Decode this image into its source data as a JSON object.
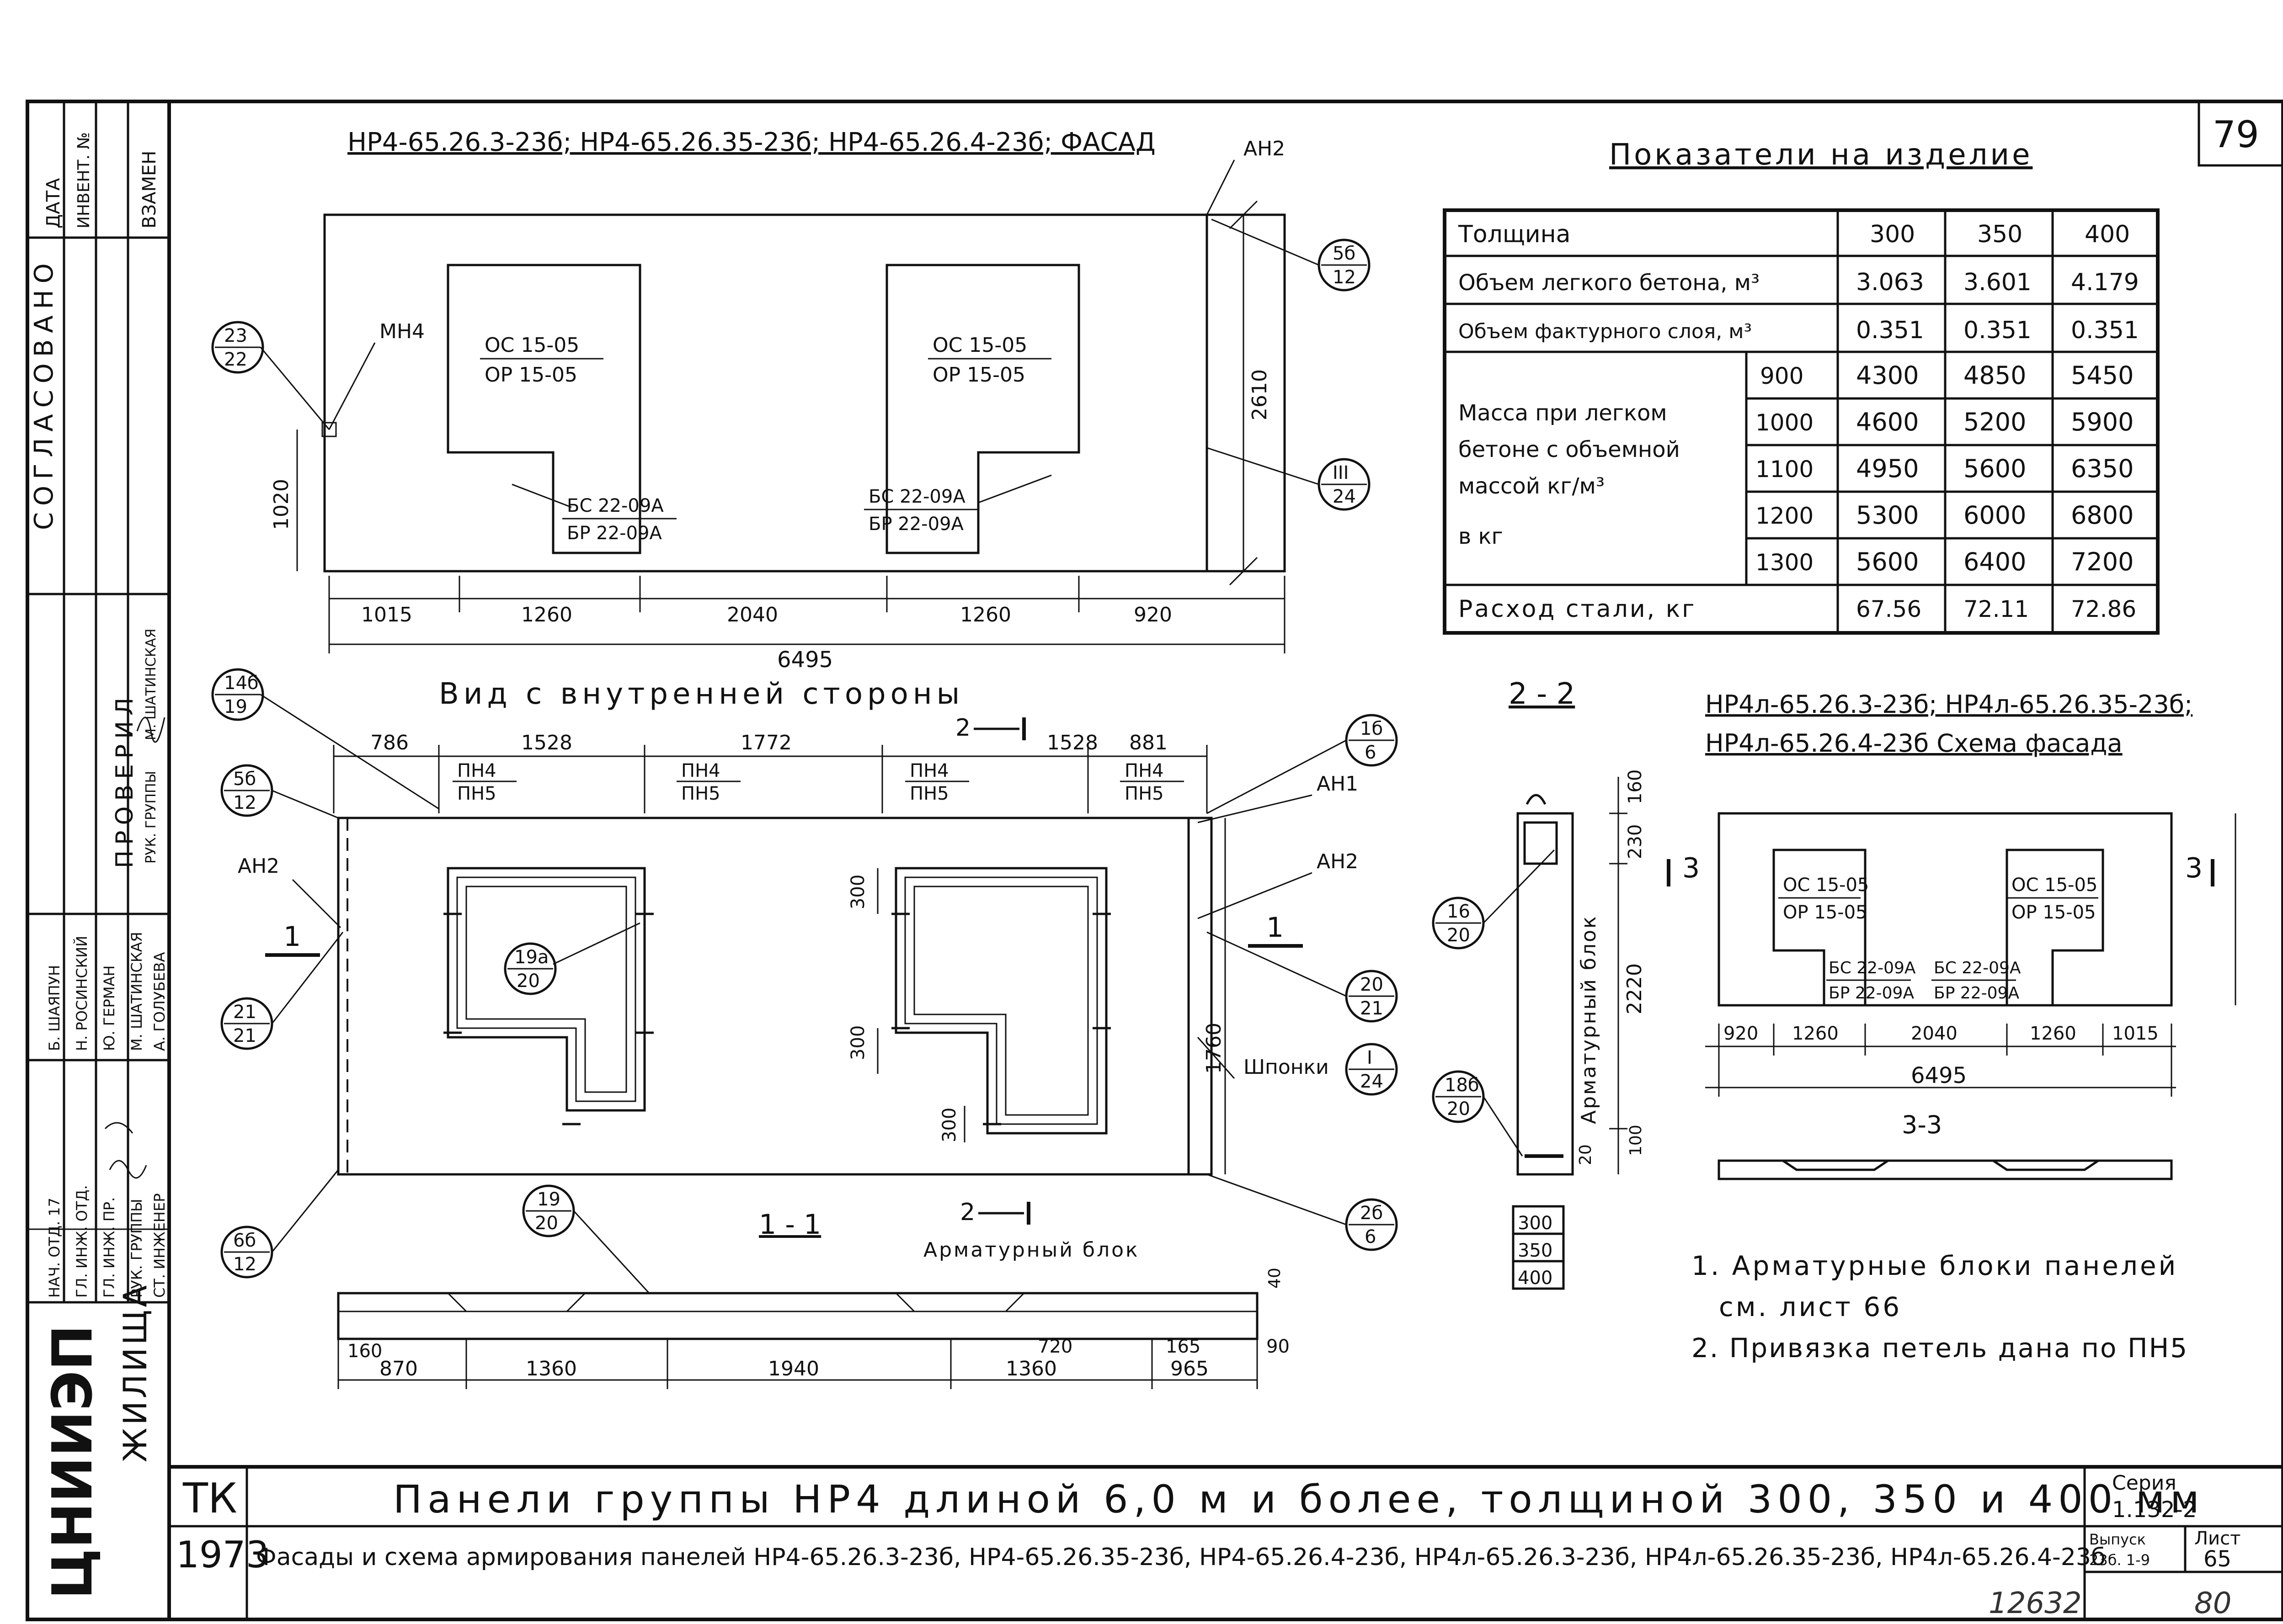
{
  "sheet_number": "79",
  "facade": {
    "title": "НР4-65.26.3-23б; НР4-65.26.35-23б; НР4-65.26.4-23б; ФАСАД",
    "windows": [
      "ОС 15-05",
      "ОР 15-05",
      "ОС 15-05",
      "ОР 15-05"
    ],
    "doors": [
      "БС 22-09А",
      "БР 22-09А",
      "БС 22-09А",
      "БР 22-09А"
    ],
    "anchor": "АН2",
    "mark": "МН4",
    "height": "2610",
    "mark_height": "1020",
    "dims": [
      "1015",
      "1260",
      "2040",
      "1260",
      "920"
    ],
    "total": "6495",
    "callouts": [
      {
        "top": "23",
        "bottom": "22"
      },
      {
        "top": "5б",
        "bottom": "12"
      },
      {
        "top": "III",
        "bottom": "24"
      }
    ]
  },
  "inner_view": {
    "title": "Вид с внутренней стороны",
    "top_dims": [
      "786",
      "1528",
      "1772",
      "1528",
      "881"
    ],
    "section_mark": "2",
    "loops": [
      {
        "top": "ПН4",
        "bottom": "ПН5"
      },
      {
        "top": "ПН4",
        "bottom": "ПН5"
      },
      {
        "top": "ПН4",
        "bottom": "ПН5"
      },
      {
        "top": "ПН4",
        "bottom": "ПН5"
      }
    ],
    "anchors": [
      "АН1",
      "АН2",
      "АН2"
    ],
    "dims_300": [
      "300",
      "300",
      "300"
    ],
    "height": "1760",
    "keys_label": "Шпонки",
    "section_1": "1",
    "callouts": [
      {
        "top": "14б",
        "bottom": "19"
      },
      {
        "top": "5б",
        "bottom": "12"
      },
      {
        "top": "21",
        "bottom": "21"
      },
      {
        "top": "6б",
        "bottom": "12"
      },
      {
        "top": "19а",
        "bottom": "20"
      },
      {
        "top": "1б",
        "bottom": "6"
      },
      {
        "top": "20",
        "bottom": "21"
      },
      {
        "top": "I",
        "bottom": "24"
      },
      {
        "top": "2б",
        "bottom": "6"
      }
    ]
  },
  "section_1_1": {
    "title": "1 - 1",
    "label": "Арматурный блок",
    "callout": {
      "top": "19",
      "bottom": "20"
    },
    "dims_bottom": [
      "870",
      "1360",
      "1940",
      "1360",
      "965"
    ],
    "dims_small": [
      "160",
      "720",
      "165",
      "90",
      "40"
    ]
  },
  "section_2_2": {
    "title": "2 - 2",
    "label": "Арматурный блок",
    "dims": [
      "160",
      "230",
      "2220",
      "20",
      "100"
    ],
    "thickness": [
      "300",
      "350",
      "400"
    ],
    "callouts": [
      {
        "top": "16",
        "bottom": "20"
      },
      {
        "top": "18б",
        "bottom": "20"
      }
    ]
  },
  "indicators": {
    "title": "Показатели на изделие",
    "headers": [
      "Толщина",
      "300",
      "350",
      "400"
    ],
    "rows": [
      {
        "label": "Объем легкого бетона, м³",
        "values": [
          "3.063",
          "3.601",
          "4.179"
        ]
      },
      {
        "label": "Объем фактурного слоя, м³",
        "values": [
          "0.351",
          "0.351",
          "0.351"
        ]
      }
    ],
    "mass_label": [
      "Масса при легком",
      "бетоне с объемной",
      "массой кг/м³",
      "в кг"
    ],
    "mass_rows": [
      {
        "density": "900",
        "values": [
          "4300",
          "4850",
          "5450"
        ]
      },
      {
        "density": "1000",
        "values": [
          "4600",
          "5200",
          "5900"
        ]
      },
      {
        "density": "1100",
        "values": [
          "4950",
          "5600",
          "6350"
        ]
      },
      {
        "density": "1200",
        "values": [
          "5300",
          "6000",
          "6800"
        ]
      },
      {
        "density": "1300",
        "values": [
          "5600",
          "6400",
          "7200"
        ]
      }
    ],
    "steel": {
      "label": "Расход стали, кг",
      "values": [
        "67.56",
        "72.11",
        "72.86"
      ]
    }
  },
  "scheme": {
    "title_line1": "НР4л-65.26.3-23б; НР4л-65.26.35-23б;",
    "title_line2": "НР4л-65.26.4-23б Схема фасада",
    "windows": [
      "ОС 15-05",
      "ОР 15-05",
      "ОС 15-05",
      "ОР 15-05"
    ],
    "doors": [
      "БС 22-09А",
      "БР 22-09А",
      "БС 22-09А",
      "БР 22-09А"
    ],
    "cut": "3",
    "dims": [
      "920",
      "1260",
      "2040",
      "1260",
      "1015"
    ],
    "total": "6495",
    "section_title": "3-3"
  },
  "notes": [
    "1. Арматурные блоки панелей",
    "см. лист 66",
    "2. Привязка петель дана по ПН5"
  ],
  "left_strip": {
    "header": [
      "ДАТА",
      "ИНВЕНТ. №",
      "ВЗАМЕН"
    ],
    "approved": "СОГЛАСОВАНО",
    "checked": "ПРОВЕРИЛ",
    "checked_role": "РУК. ГРУППЫ",
    "checked_name": "М. ШАТИНСКАЯ",
    "roles": [
      "НАЧ. ОТД. 17",
      "ГЛ. ИНЖ. ОТД.",
      "ГЛ. ИНЖ. ПР.",
      "РУК. ГРУППЫ",
      "СТ. ИНЖЕНЕР"
    ],
    "names": [
      "Б. ШАЯПУН",
      "Н. РОСИНСКИЙ",
      "Ю. ГЕРМАН",
      "М. ШАТИНСКАЯ",
      "А. ГОЛУБЕВА"
    ],
    "org": "ЦНИИЭП",
    "org2": "ЖИЛИЩА"
  },
  "title_block": {
    "code": "ТК",
    "year": "1973",
    "line1": "Панели группы НР4 длиной 6,0 м и более, толщиной 300, 350 и 400 мм",
    "line2": "Фасады и схема армирования панелей НР4-65.26.3-23б, НР4-65.26.35-23б, НР4-65.26.4-23б, НР4л-65.26.3-23б, НР4л-65.26.35-23б, НР4л-65.26.4-23б",
    "series_label": "Серия",
    "series": "1.132-2",
    "issue_label": "Выпуск",
    "issue": "23б. 1-9",
    "sheet_label": "Лист",
    "sheet": "65"
  },
  "stamp_numbers": [
    "12632",
    "80"
  ]
}
